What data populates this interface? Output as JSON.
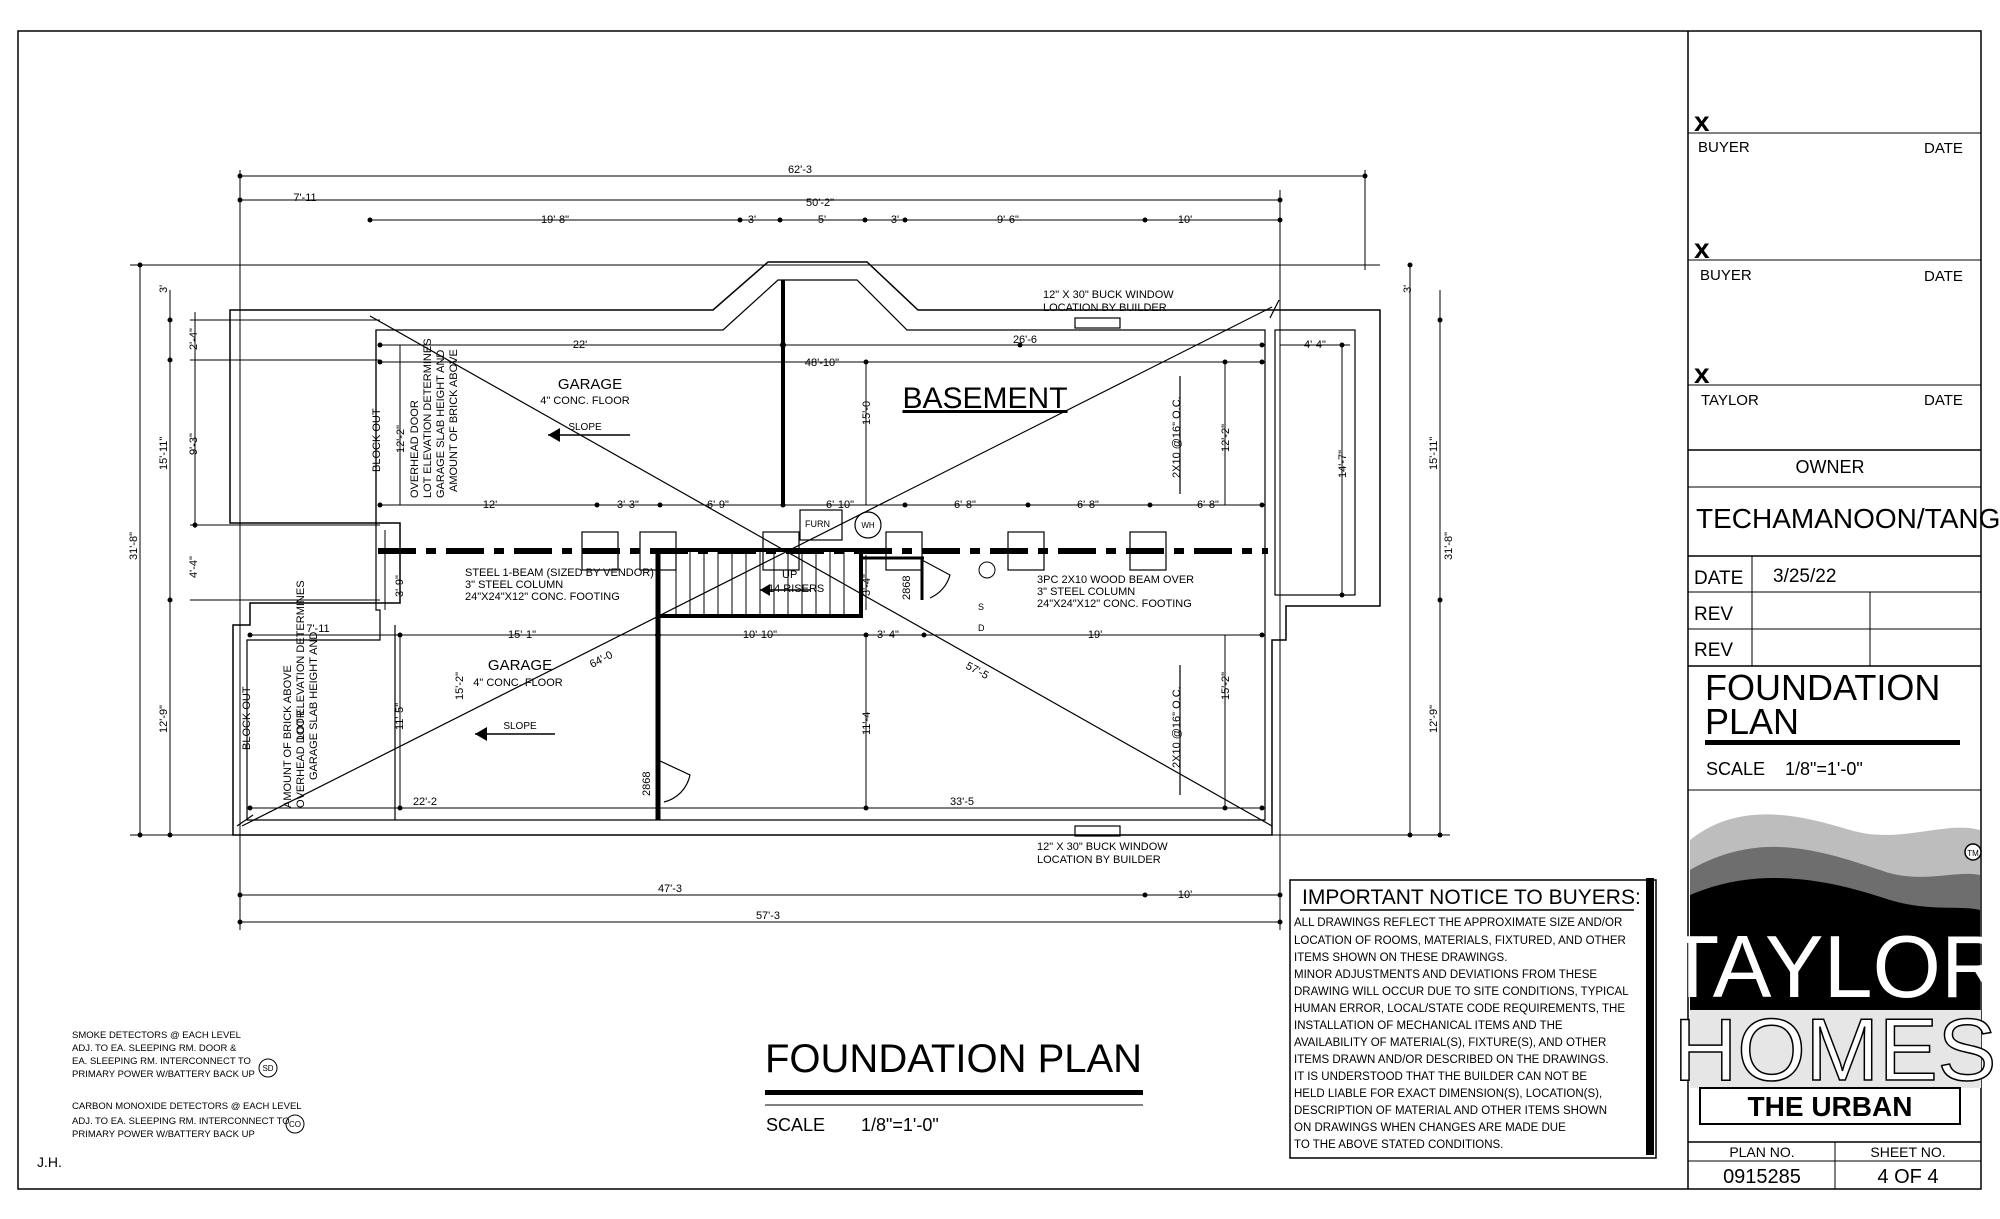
{
  "signature_block": {
    "rows": [
      {
        "mark": "x",
        "name": "BUYER",
        "date_label": "DATE"
      },
      {
        "mark": "x",
        "name": "BUYER",
        "date_label": "DATE"
      },
      {
        "mark": "x",
        "name": "TAYLOR",
        "date_label": "DATE"
      }
    ]
  },
  "title_block": {
    "owner_label": "OWNER",
    "owner_name": "TECHAMANOON/TANG",
    "date_label": "DATE",
    "date_value": "3/25/22",
    "rev_labels": [
      "REV",
      "REV"
    ],
    "sheet_title_line1": "FOUNDATION",
    "sheet_title_line2": "PLAN",
    "scale_label": "SCALE",
    "scale_value": "1/8\"=1'-0\"",
    "logo_word1": "TAYLOR",
    "logo_word2": "HOMES",
    "logo_tm": "TM",
    "model_name": "THE URBAN",
    "plan_no_label": "PLAN NO.",
    "plan_no_value": "0915285",
    "sheet_no_label": "SHEET NO.",
    "sheet_no_value": "4 OF 4"
  },
  "drawing_title": {
    "title": "FOUNDATION PLAN",
    "scale_label": "SCALE",
    "scale_value": "1/8\"=1'-0\""
  },
  "notice": {
    "heading": "IMPORTANT NOTICE TO BUYERS:",
    "lines": [
      "ALL DRAWINGS REFLECT THE APPROXIMATE SIZE AND/OR",
      "LOCATION OF ROOMS, MATERIALS, FIXTURED, AND OTHER",
      "ITEMS SHOWN ON THESE DRAWINGS.",
      "MINOR ADJUSTMENTS AND DEVIATIONS FROM THESE",
      "DRAWING WILL OCCUR DUE TO SITE CONDITIONS, TYPICAL",
      "HUMAN ERROR, LOCAL/STATE CODE REQUIREMENTS, THE",
      "INSTALLATION OF MECHANICAL ITEMS AND THE",
      "AVAILABILITY OF MATERIAL(S), FIXTURE(S), AND OTHER",
      "ITEMS DRAWN AND/OR DESCRIBED ON THE DRAWINGS.",
      "IT IS UNDERSTOOD THAT THE BUILDER CAN NOT BE",
      "HELD LIABLE FOR EXACT DIMENSION(S), LOCATION(S),",
      "DESCRIPTION OF MATERIAL AND OTHER ITEMS SHOWN",
      "ON DRAWINGS WHEN CHANGES ARE MADE DUE",
      "TO THE ABOVE STATED CONDITIONS."
    ]
  },
  "legend": {
    "smoke_lines": [
      "SMOKE DETECTORS @ EACH LEVEL",
      "ADJ. TO EA. SLEEPING RM. DOOR &",
      "EA. SLEEPING RM. INTERCONNECT TO",
      "PRIMARY POWER W/BATTERY BACK UP"
    ],
    "smoke_symbol": "SD",
    "co_lines": [
      "CARBON MONOXIDE DETECTORS @ EACH LEVEL",
      "ADJ. TO EA. SLEEPING RM. INTERCONNECT TO",
      "PRIMARY POWER W/BATTERY BACK UP"
    ],
    "co_symbol": "CO",
    "initials": "J.H."
  },
  "plan": {
    "rooms": {
      "basement": "BASEMENT",
      "garage_upper": "GARAGE",
      "garage_upper_floor": "4\" CONC. FLOOR",
      "garage_lower": "GARAGE",
      "garage_lower_floor": "4\" CONC. FLOOR",
      "slope": "SLOPE"
    },
    "notes": {
      "window_top_1": "12\" X 30\" BUCK WINDOW",
      "window_top_2": "LOCATION BY BUILDER",
      "window_bottom_1": "12\" X 30\" BUCK WINDOW",
      "window_bottom_2": "LOCATION BY BUILDER",
      "beam_steel_1": "STEEL 1-BEAM (SIZED BY VENDOR)",
      "beam_steel_2": "3\" STEEL COLUMN",
      "beam_steel_3": "24\"X24\"X12\" CONC. FOOTING",
      "beam_wood_1": "3PC 2X10 WOOD BEAM OVER",
      "beam_wood_2": "3\" STEEL COLUMN",
      "beam_wood_3": "24\"X24\"X12\" CONC. FOOTING",
      "joist_upper": "2X10 @16\" O.C.",
      "joist_lower": "2X10 @16\" O.C.",
      "stairs_up": "UP",
      "stairs_risers": "14 RISERS",
      "furn": "FURN",
      "wh": "WH",
      "door_2868_a": "2868",
      "door_2868_b": "2868",
      "block_out_upper": "BLOCK OUT",
      "block_out_lower": "BLOCK OUT",
      "garage_note_upper": [
        "OVERHEAD DOOR",
        "LOT ELEVATION DETERMINES",
        "GARAGE SLAB HEIGHT AND",
        "AMOUNT OF BRICK ABOVE"
      ],
      "garage_note_lower": [
        "AMOUNT OF BRICK ABOVE",
        "OVERHEAD DOOR",
        "LOT ELEVATION DETERMINES",
        "GARAGE SLAB HEIGHT AND"
      ],
      "sd_marks": [
        "S",
        "D"
      ]
    },
    "dims": {
      "top_overall": "62'-3",
      "top_50": "50'-2\"",
      "top_7": "7'-11",
      "top_19": "19'-8\"",
      "top_3a": "3'",
      "top_5": "5'",
      "top_3b": "3'",
      "top_9": "9'-6\"",
      "top_10": "10'",
      "d22": "22'",
      "d26": "26'-6",
      "d48": "48'-10\"",
      "d4_4r": "4'-4\"",
      "d12": "12'",
      "d3_3": "3'-3\"",
      "d6_9": "6'-9\"",
      "d6_10": "6'-10\"",
      "d6_8a": "6'-8\"",
      "d6_8b": "6'-8\"",
      "d6_8c": "6'-8\"",
      "d7_11b": "7'-11",
      "d15_1": "15'-1\"",
      "d10_10": "10'-10\"",
      "d3_4h": "3'-4\"",
      "d19": "19'",
      "d22b": "22'-2",
      "d33": "33'-5",
      "bottom_47": "47'-3",
      "bottom_10": "10'",
      "bottom_57": "57'-3",
      "v31_left": "31'-8\"",
      "v31_right": "31'-8\"",
      "v15_11_left": "15'-11\"",
      "v15_11_right": "15'-11\"",
      "v12_9_left": "12'-9\"",
      "v12_9_right": "12'-9\"",
      "v3_left": "3'",
      "v3_right": "3'",
      "v2_4": "2'-4\"",
      "v9_3": "9'-3\"",
      "v4_4": "4'-4\"",
      "v12_2a": "12'-2\"",
      "v3_9": "3'-9\"",
      "v11_5": "11'-5\"",
      "v15_2a": "15'-2\"",
      "v15_0": "15'-0",
      "v3_4": "3'-4\"",
      "v11_4": "11'-4",
      "v12_2b": "12'-2\"",
      "v15_2b": "15'-2\"",
      "v14_7": "14'-7\"",
      "diag_64": "64'-0",
      "diag_57": "57'-5"
    }
  }
}
